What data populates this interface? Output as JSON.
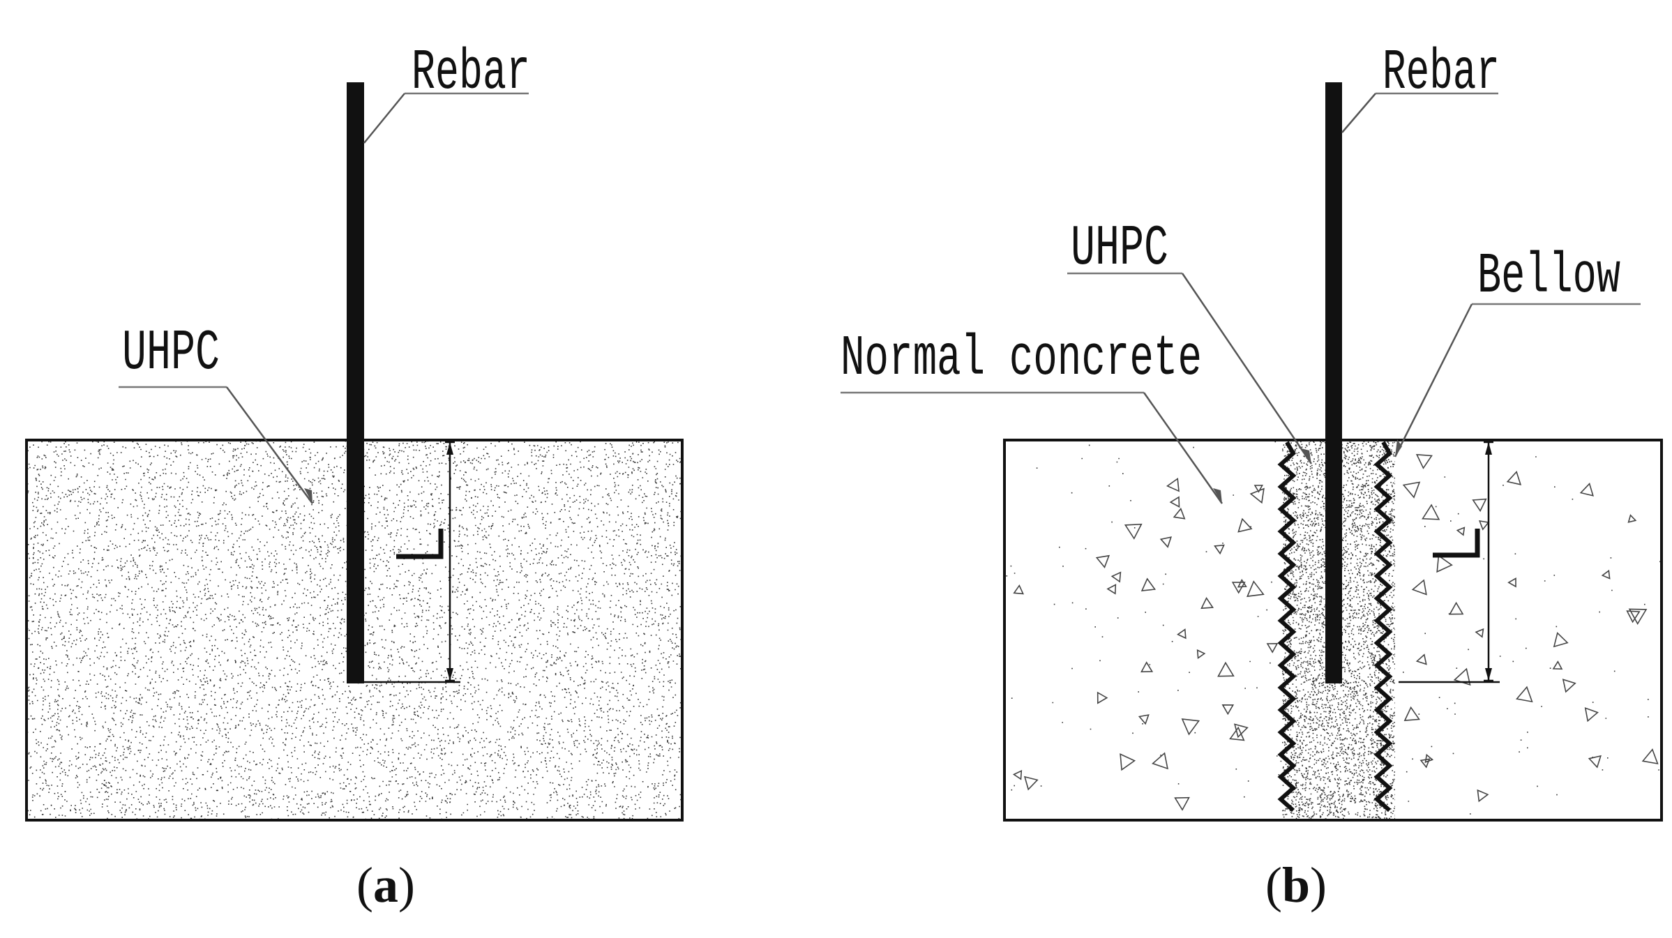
{
  "panels": [
    {
      "id": "a",
      "label_open": "(",
      "label_letter": "a",
      "label_close": ")",
      "labels": {
        "rebar": "Rebar",
        "uhpc": "UHPC",
        "embed": "L"
      }
    },
    {
      "id": "b",
      "label_open": "(",
      "label_letter": "b",
      "label_close": ")",
      "labels": {
        "rebar": "Rebar",
        "uhpc": "UHPC",
        "bellow": "Bellow",
        "normal": "Normal concrete",
        "embed": "L"
      }
    }
  ],
  "colors": {
    "line": "#111111",
    "leader": "#555555",
    "background": "#ffffff"
  }
}
